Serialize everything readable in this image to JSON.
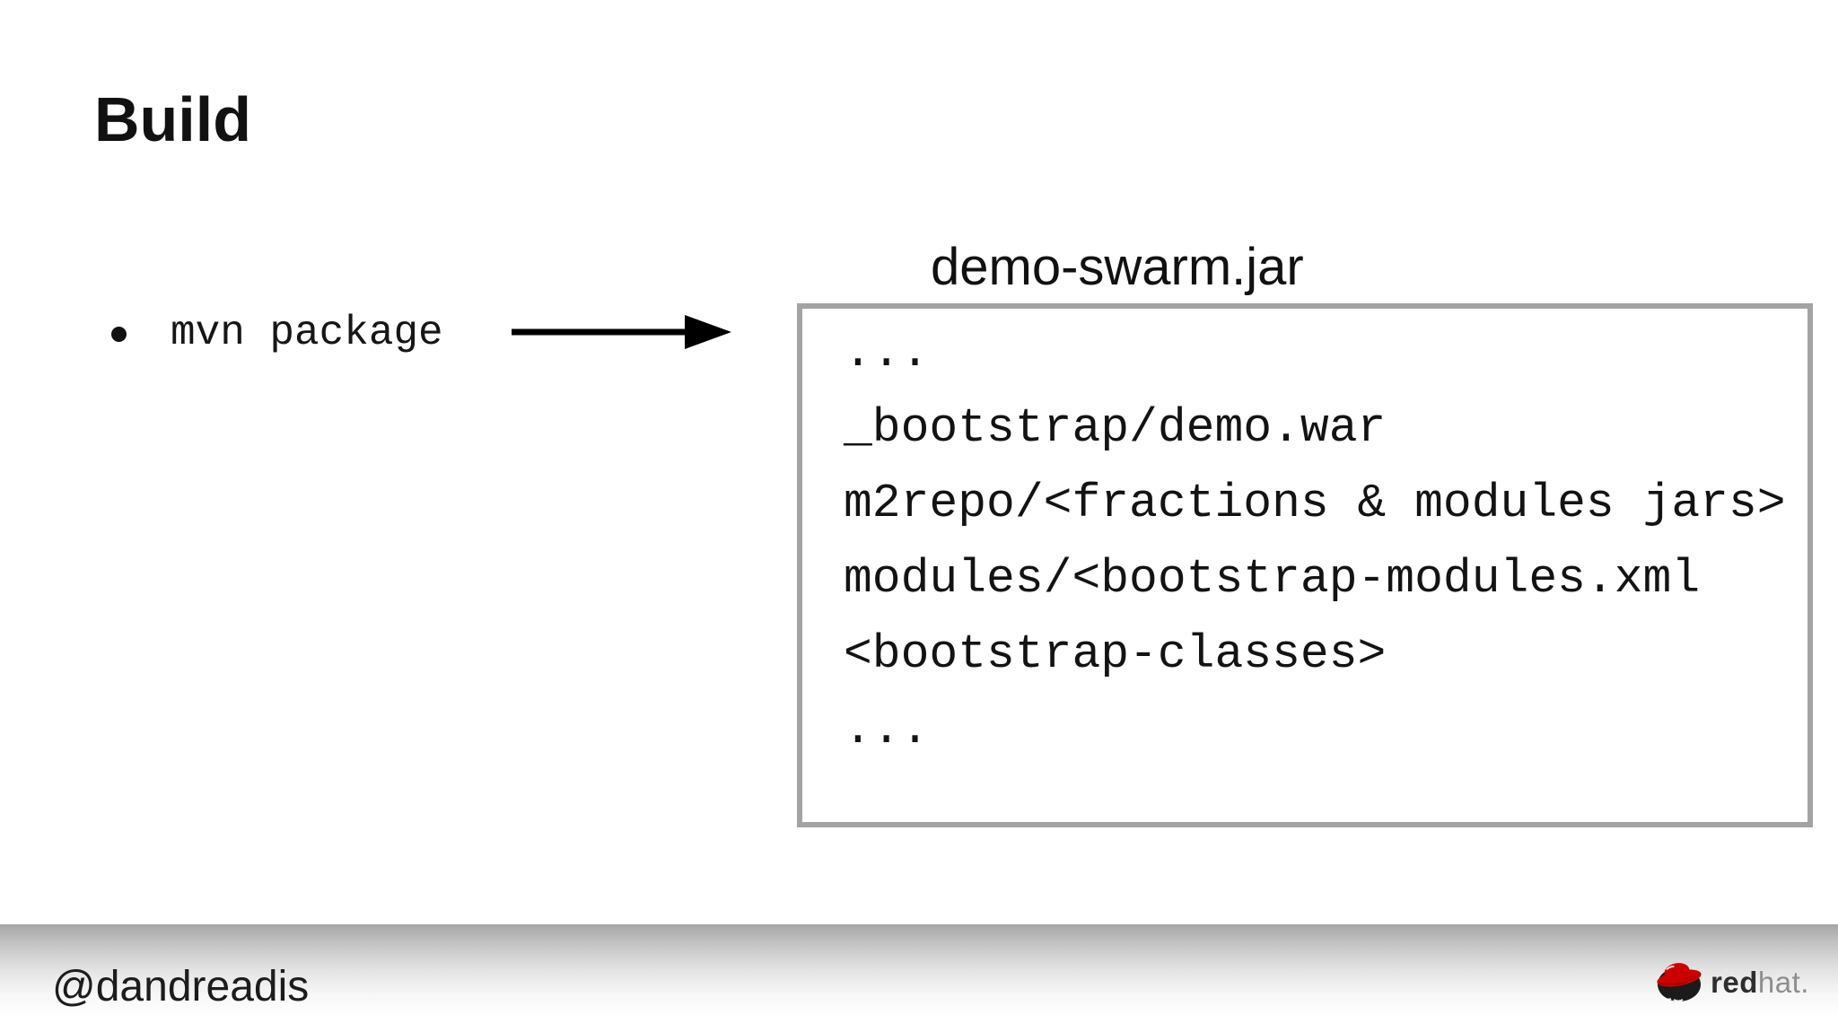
{
  "slide": {
    "title": "Build",
    "bullet": "mvn package",
    "jar_label": "demo-swarm.jar",
    "jar_contents": [
      "...",
      "_bootstrap/demo.war",
      "m2repo/<fractions & modules jars>",
      "modules/<bootstrap-modules.xml",
      "<bootstrap-classes>",
      "..."
    ],
    "footer": {
      "handle": "@dandreadis",
      "logo_text_red": "red",
      "logo_text_hat": "hat."
    },
    "colors": {
      "hat_red": "#cc0000",
      "box_border": "#a3a3a3",
      "logo_gray": "#8e8e8e"
    }
  }
}
